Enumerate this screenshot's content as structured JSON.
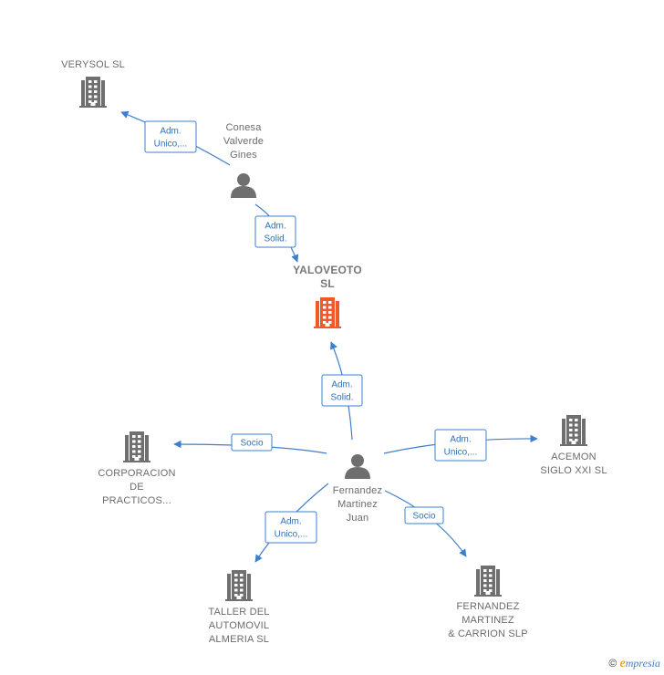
{
  "colors": {
    "edge": "#3d7fcf",
    "building": "#6f6f6f",
    "main_building": "#f05a28",
    "person": "#6f6f6f"
  },
  "nodes": {
    "verysol": {
      "label": [
        "VERYSOL  SL"
      ],
      "icon": "building-icon"
    },
    "conesa": {
      "label": [
        "Conesa",
        "Valverde",
        "Gines"
      ],
      "icon": "person-icon"
    },
    "yaloveoto": {
      "label": [
        "YALOVEOTO",
        "SL"
      ],
      "icon": "building-icon"
    },
    "fernandez": {
      "label": [
        "Fernandez",
        "Martinez",
        "Juan"
      ],
      "icon": "person-icon"
    },
    "corporacion": {
      "label": [
        "CORPORACION",
        "DE",
        "PRACTICOS..."
      ],
      "icon": "building-icon"
    },
    "acemon": {
      "label": [
        "ACEMON",
        "SIGLO XXI  SL"
      ],
      "icon": "building-icon"
    },
    "taller": {
      "label": [
        "TALLER DEL",
        "AUTOMOVIL",
        "ALMERIA  SL"
      ],
      "icon": "building-icon"
    },
    "fmcarrion": {
      "label": [
        "FERNANDEZ",
        "MARTINEZ",
        "& CARRION  SLP"
      ],
      "icon": "building-icon"
    }
  },
  "edges": {
    "conesa_verysol": [
      "Adm.",
      "Unico,..."
    ],
    "conesa_yaloveoto": [
      "Adm.",
      "Solid."
    ],
    "fernandez_yaloveoto": [
      "Adm.",
      "Solid."
    ],
    "fernandez_corporacion": [
      "Socio"
    ],
    "fernandez_acemon": [
      "Adm.",
      "Unico,..."
    ],
    "fernandez_taller": [
      "Adm.",
      "Unico,..."
    ],
    "fernandez_fmcarrion": [
      "Socio"
    ]
  },
  "footer": {
    "copyright": "©",
    "brand_initial": "e",
    "brand_rest": "mpresia"
  }
}
